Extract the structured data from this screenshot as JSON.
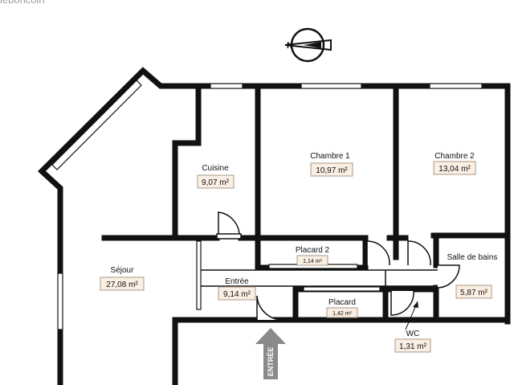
{
  "watermark": "leboncoin",
  "compass": {
    "letter": "N"
  },
  "rooms": {
    "cuisine": {
      "name": "Cuisine",
      "area": "9,07 m²"
    },
    "chambre1": {
      "name": "Chambre 1",
      "area": "10,97 m²"
    },
    "chambre2": {
      "name": "Chambre 2",
      "area": "13,04 m²"
    },
    "sejour": {
      "name": "Séjour",
      "area": "27,08 m²"
    },
    "entree": {
      "name": "Entrée",
      "area": "9,14 m²"
    },
    "placard2": {
      "name": "Placard 2",
      "area": "1,14 m²"
    },
    "placard": {
      "name": "Placard",
      "area": "1,42 m²"
    },
    "sdb": {
      "name": "Salle de bains",
      "area": "5,87 m²"
    },
    "wc": {
      "name": "WC",
      "area": "1,31 m²"
    }
  },
  "entrance": {
    "label": "ENTRÉE"
  },
  "colors": {
    "wall": "#111111",
    "area_box_fill": "#fbeee2",
    "area_box_stroke": "#a89888"
  }
}
